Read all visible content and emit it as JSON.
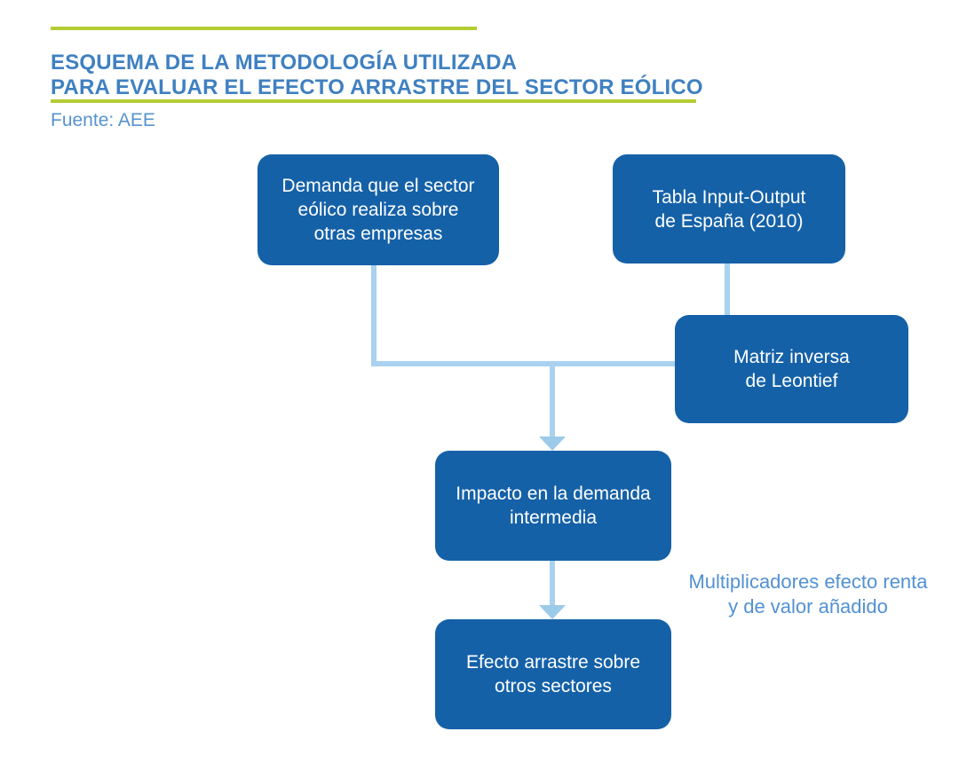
{
  "theme": {
    "background": "#ffffff",
    "box_fill": "#1561a8",
    "box_text": "#ffffff",
    "connector": "#a9d2f0",
    "arrow": "#9ccae9",
    "title_color": "#3f80c1",
    "source_color": "#5693ce",
    "annotation_color": "#5291d2",
    "accent_green": "#b5cc35"
  },
  "header": {
    "title": "ESQUEMA DE LA METODOLOGÍA UTILIZADA\nPARA EVALUAR EL EFECTO ARRASTRE DEL SECTOR EÓLICO",
    "source": "Fuente: AEE"
  },
  "diagram": {
    "nodes": {
      "demanda": "Demanda que el sector\neólico realiza sobre\notras empresas",
      "tabla": "Tabla Input-Output\nde España (2010)",
      "matriz": "Matriz inversa\nde Leontief",
      "impacto": "Impacto en la demanda\nintermedia",
      "efecto": "Efecto arrastre sobre\notros sectores"
    },
    "annotation": "Multiplicadores efecto renta\ny de valor añadido"
  }
}
